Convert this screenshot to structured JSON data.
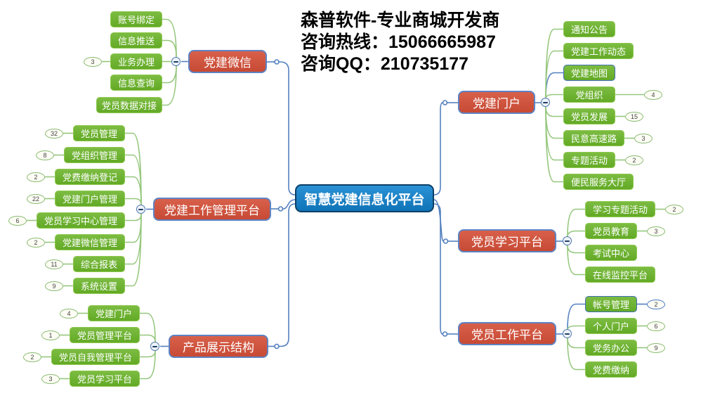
{
  "header": {
    "company_line": "森普软件-专业商城开发商",
    "hotline_line": "咨询热线：15066665987",
    "qq_line": "咨询QQ：210735177"
  },
  "root_label": "智慧党建信息化平台",
  "colors": {
    "root_fill": "#1581c5",
    "branch_fill": "#d0533e",
    "leaf_fill": "#6fb232",
    "leaf_border_green": "#8ec94f",
    "highlight_border_blue": "#3f6fb5",
    "line_blue": "#5380bf",
    "line_green": "#95c77d"
  },
  "branches": [
    {
      "label": "党建微信",
      "children": [
        {
          "label": "账号绑定"
        },
        {
          "label": "信息推送"
        },
        {
          "label": "业务办理",
          "badge": "3"
        },
        {
          "label": "信息查询"
        },
        {
          "label": "党员数据对接"
        }
      ]
    },
    {
      "label": "党建工作管理平台",
      "children": [
        {
          "label": "党员管理",
          "badge": "32"
        },
        {
          "label": "党组织管理",
          "badge": "8"
        },
        {
          "label": "党费缴纳登记",
          "badge": "2"
        },
        {
          "label": "党建门户管理",
          "badge": "22"
        },
        {
          "label": "党员学习中心管理",
          "badge": "6"
        },
        {
          "label": "党建微信管理",
          "badge": "2"
        },
        {
          "label": "综合报表",
          "badge": "11"
        },
        {
          "label": "系统设置",
          "badge": "9"
        }
      ]
    },
    {
      "label": "产品展示结构",
      "children": [
        {
          "label": "党建门户",
          "badge": "4"
        },
        {
          "label": "党员管理平台",
          "badge": "1"
        },
        {
          "label": "党员自我管理平台",
          "badge": "2"
        },
        {
          "label": "党员学习平台",
          "badge": "3"
        }
      ]
    },
    {
      "label": "党建门户",
      "children": [
        {
          "label": "通知公告"
        },
        {
          "label": "党建工作动态"
        },
        {
          "label": "党建地图",
          "highlight": true
        },
        {
          "label": "党组织",
          "badge": "4"
        },
        {
          "label": "党员发展",
          "badge": "15"
        },
        {
          "label": "民意高速路",
          "badge": "3"
        },
        {
          "label": "专题活动",
          "badge": "2"
        },
        {
          "label": "便民服务大厅"
        }
      ]
    },
    {
      "label": "党员学习平台",
      "children": [
        {
          "label": "学习专题活动",
          "badge": "2"
        },
        {
          "label": "党员教育",
          "badge": "3"
        },
        {
          "label": "考试中心"
        },
        {
          "label": "在线监控平台"
        }
      ]
    },
    {
      "label": "党员工作平台",
      "children": [
        {
          "label": "帐号管理",
          "badge": "2",
          "highlight": true
        },
        {
          "label": "个人门户",
          "badge": "6"
        },
        {
          "label": "党务办公",
          "badge": "9"
        },
        {
          "label": "党费缴纳"
        }
      ]
    }
  ]
}
